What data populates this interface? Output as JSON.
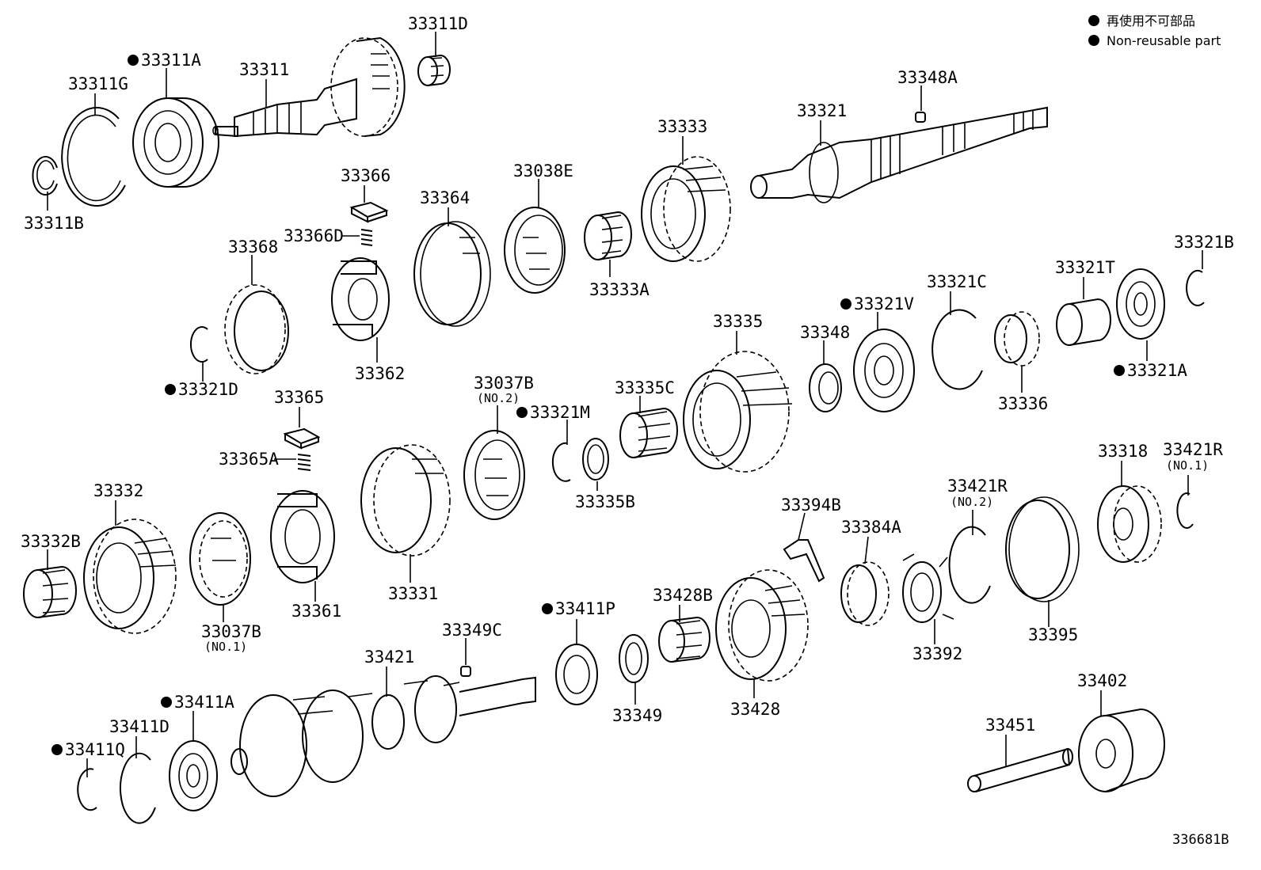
{
  "legend": {
    "line1": "再使用不可部品",
    "line2": "Non-reusable part"
  },
  "figure_number": "336681B",
  "parts": {
    "p33311D": "33311D",
    "p33311A": "33311A",
    "p33311": "33311",
    "p33311G": "33311G",
    "p33311B": "33311B",
    "p33348A": "33348A",
    "p33321": "33321",
    "p33333": "33333",
    "p33366": "33366",
    "p33364": "33364",
    "p33038E": "33038E",
    "p33366D": "33366D",
    "p33368": "33368",
    "p33333A": "33333A",
    "p33321B": "33321B",
    "p33321T": "33321T",
    "p33321C": "33321C",
    "p33321V": "33321V",
    "p33335": "33335",
    "p33348": "33348",
    "p33362": "33362",
    "p33321D": "33321D",
    "p33321A": "33321A",
    "p33336": "33336",
    "p33365": "33365",
    "p33037B_2": "33037B",
    "no2_a": "(NO.2)",
    "p33321M": "33321M",
    "p33335C": "33335C",
    "p33365A": "33365A",
    "p33332": "33332",
    "p33318": "33318",
    "p33421R_1": "33421R",
    "no1_a": "(NO.1)",
    "p33421R_2": "33421R",
    "no2_b": "(NO.2)",
    "p33394B": "33394B",
    "p33335B": "33335B",
    "p33332B": "33332B",
    "p33384A": "33384A",
    "p33331": "33331",
    "p33361": "33361",
    "p33037B_1": "33037B",
    "no1_b": "(NO.1)",
    "p33411P": "33411P",
    "p33428B": "33428B",
    "p33349C": "33349C",
    "p33395": "33395",
    "p33392": "33392",
    "p33421": "33421",
    "p33402": "33402",
    "p33411A": "33411A",
    "p33411D": "33411D",
    "p33349": "33349",
    "p33428": "33428",
    "p33451": "33451",
    "p33411Q": "33411Q"
  }
}
